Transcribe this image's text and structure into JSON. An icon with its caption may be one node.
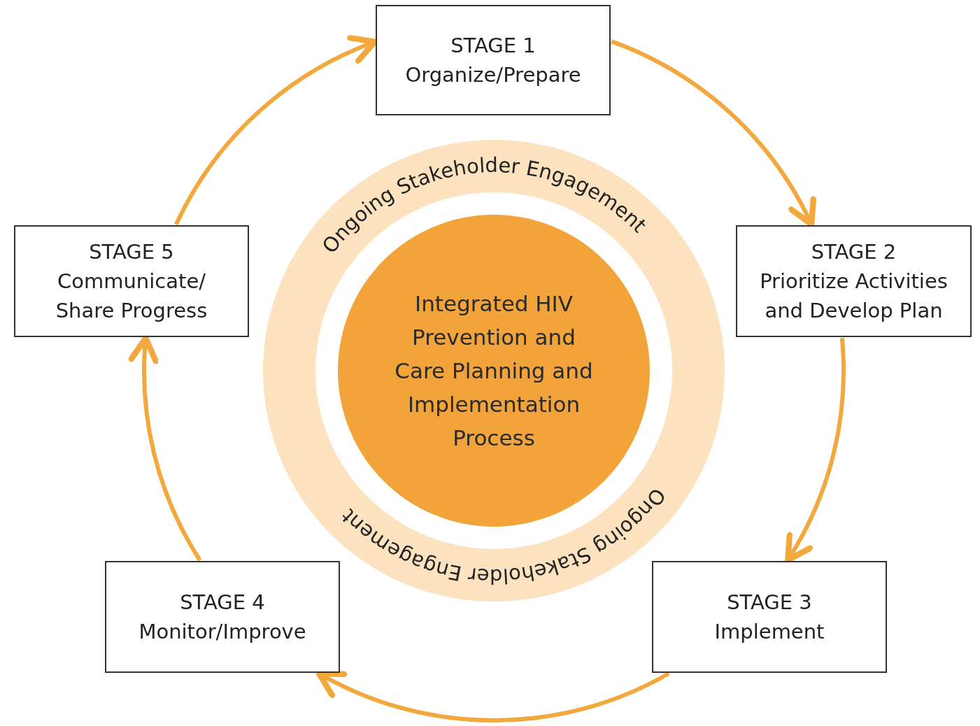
{
  "diagram": {
    "nodes": [
      {
        "text": [
          "STAGE 1",
          "Organize/Prepare"
        ]
      },
      {
        "text": [
          "STAGE 2",
          "Prioritize Activities and Develop Plan"
        ]
      },
      {
        "text": [
          "STAGE 3",
          "Implement"
        ]
      },
      {
        "text": [
          "STAGE 4",
          "Monitor/Improve"
        ]
      },
      {
        "text": [
          "STAGE 5",
          "Communicate/ Share Progress"
        ]
      },
      {
        "text": [
          "Ongoing Stakeholder Engagement",
          "Ongoing Stakeholder Engagement"
        ]
      },
      {
        "text": [
          "Integrated HIV Prevention and Care Planning and Implementation Process"
        ],
        "in": 5
      }
    ],
    "edges": [
      {
        "from": 0,
        "to": 1,
        "arrow": "to"
      },
      {
        "from": 1,
        "to": 2,
        "arrow": "to"
      },
      {
        "from": 2,
        "to": 3,
        "arrow": "to"
      },
      {
        "from": 3,
        "to": 4,
        "arrow": "to"
      },
      {
        "from": 4,
        "to": 0,
        "arrow": "to"
      }
    ]
  }
}
